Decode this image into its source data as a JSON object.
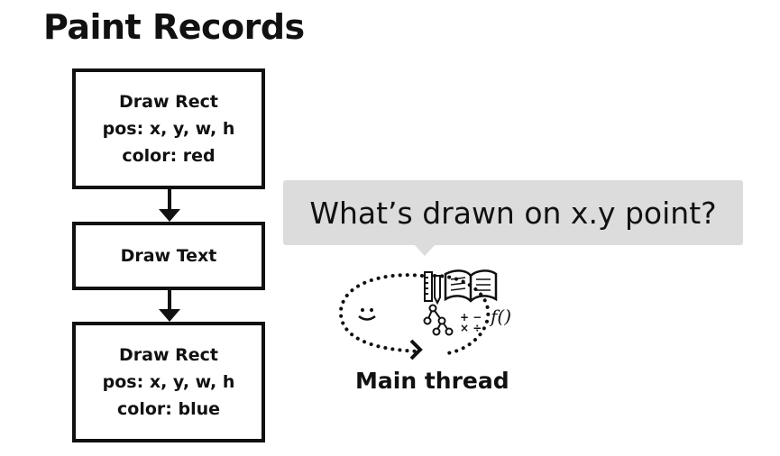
{
  "title": "Paint Records",
  "records": [
    {
      "lines": [
        "Draw Rect",
        "pos: x, y, w, h",
        "color: red"
      ]
    },
    {
      "lines": [
        "Draw Text"
      ]
    },
    {
      "lines": [
        "Draw Rect",
        "pos: x, y, w, h",
        "color: blue"
      ]
    }
  ],
  "bubble": {
    "text": "What’s drawn on x.y point?"
  },
  "main_thread": {
    "label": "Main thread",
    "formula_label": "f()"
  },
  "colors": {
    "border": "#111111",
    "bubble_bg": "#dcdcdc",
    "background": "#ffffff"
  }
}
